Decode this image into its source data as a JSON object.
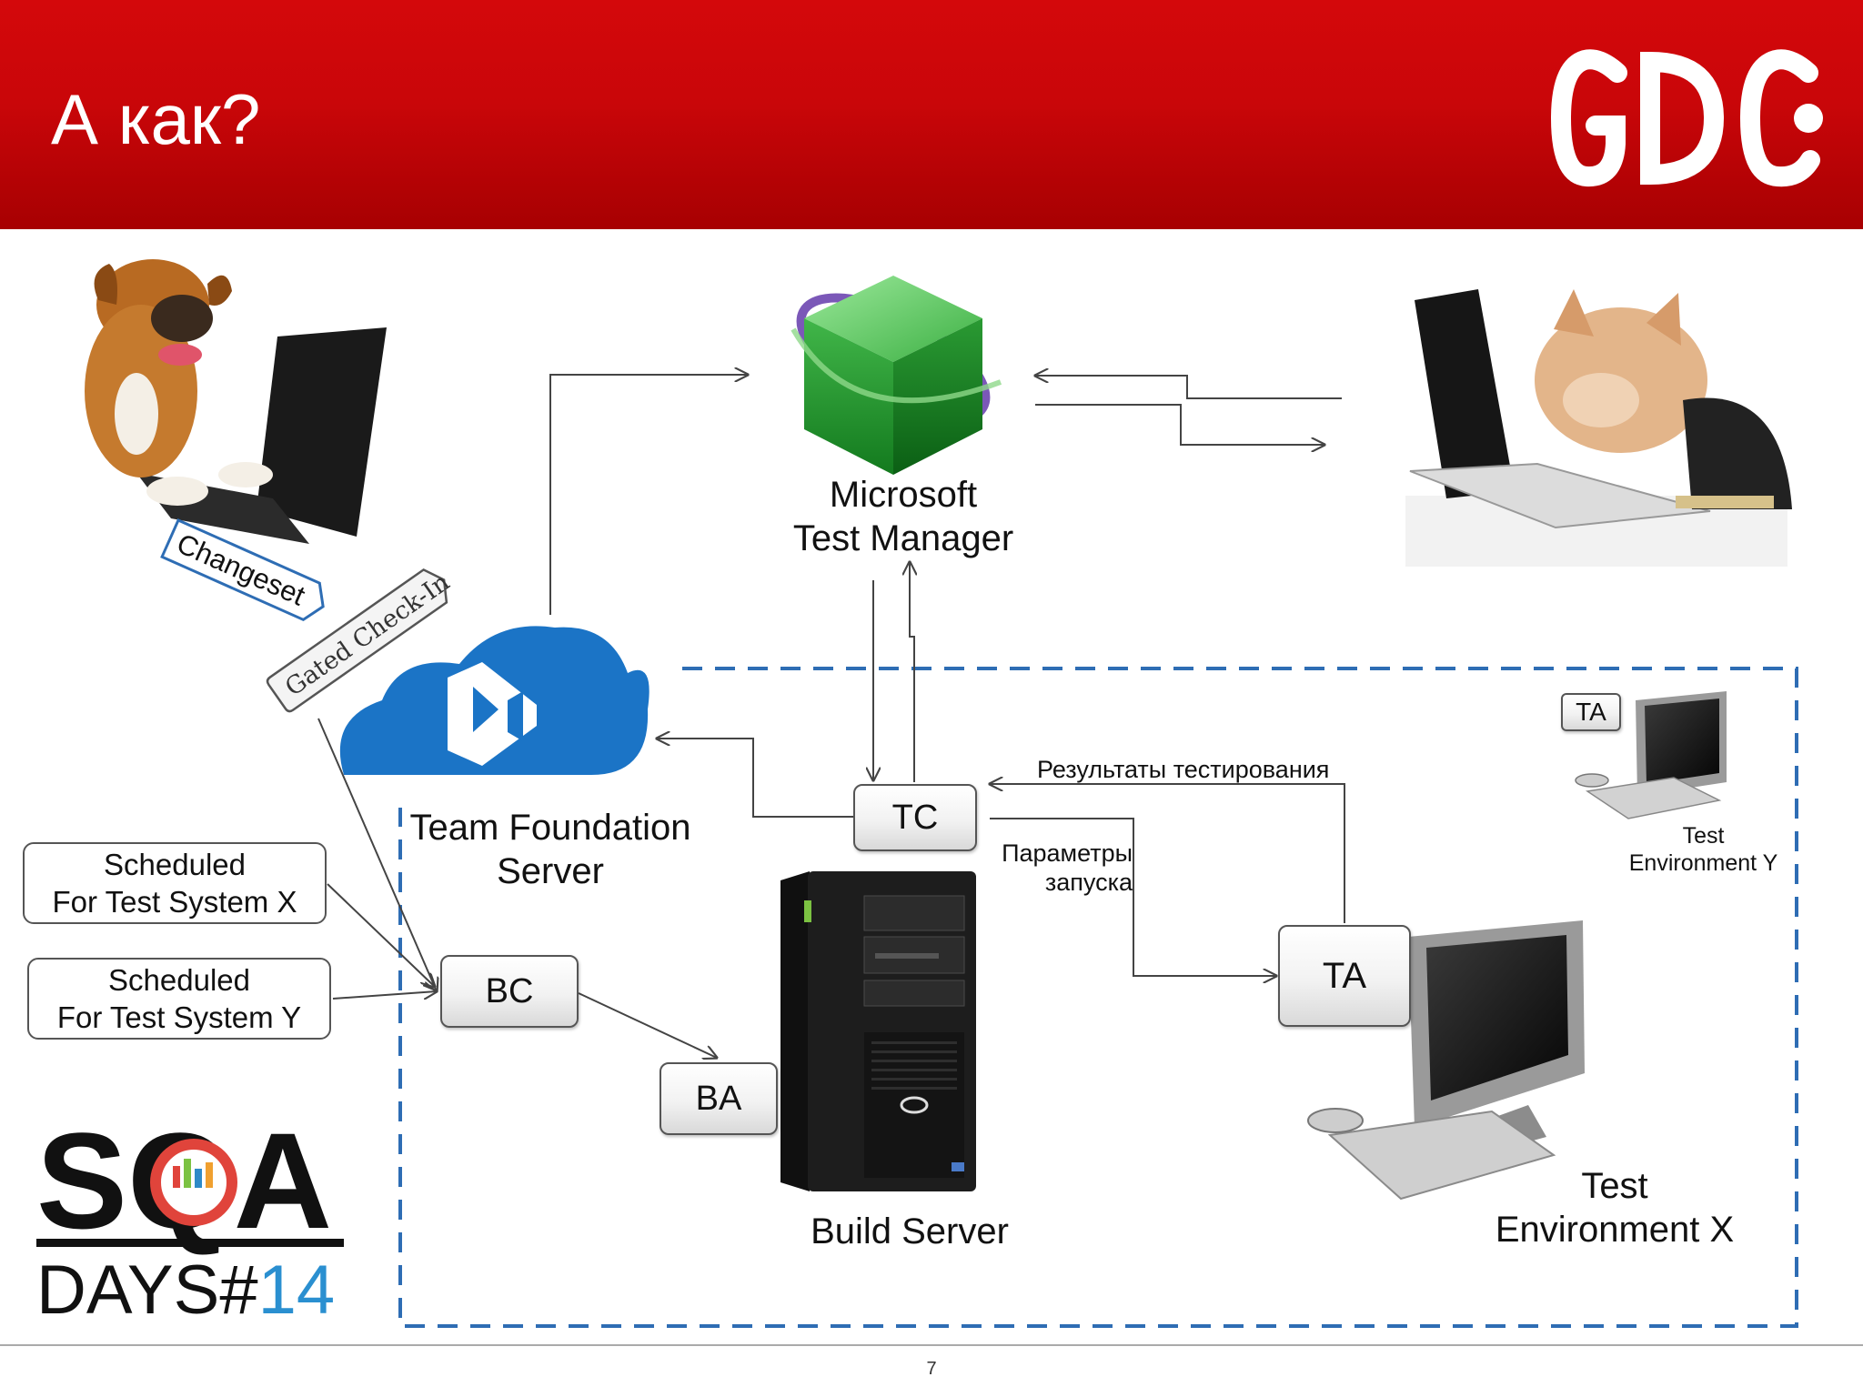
{
  "header": {
    "title": "А как?",
    "logo_text": "GDC",
    "bg_color": "#c90609"
  },
  "diagram": {
    "nodes": {
      "mtm": "Microsoft\nTest Manager",
      "tfs": "Team Foundation\nServer",
      "tc": "TC",
      "bc": "BC",
      "ba": "BA",
      "ta_x": "TA",
      "ta_y": "TA",
      "build_server": "Build Server",
      "test_env_x": "Test\nEnvironment X",
      "test_env_y": "Test\nEnvironment Y",
      "scheduled_x": "Scheduled\nFor Test System X",
      "scheduled_y": "Scheduled\nFor Test System Y"
    },
    "tags": {
      "changeset": "Changeset",
      "gated_checkin": "Gated Check-In"
    },
    "edge_labels": {
      "test_results": "Результаты тестирования",
      "launch_params": "Параметры\nзапуска"
    },
    "boundary_color": "#2e6db4"
  },
  "sqa_logo": {
    "top": "SQA",
    "bottom_prefix": "DAYS#",
    "bottom_number": "14"
  },
  "footer": {
    "page_number": "7"
  },
  "icons": [
    "dog-laptop-image",
    "cat-laptop-image",
    "mtm-cube-icon",
    "tfs-cloud-icon",
    "build-server-image",
    "test-pc-x-image",
    "test-pc-y-image"
  ]
}
